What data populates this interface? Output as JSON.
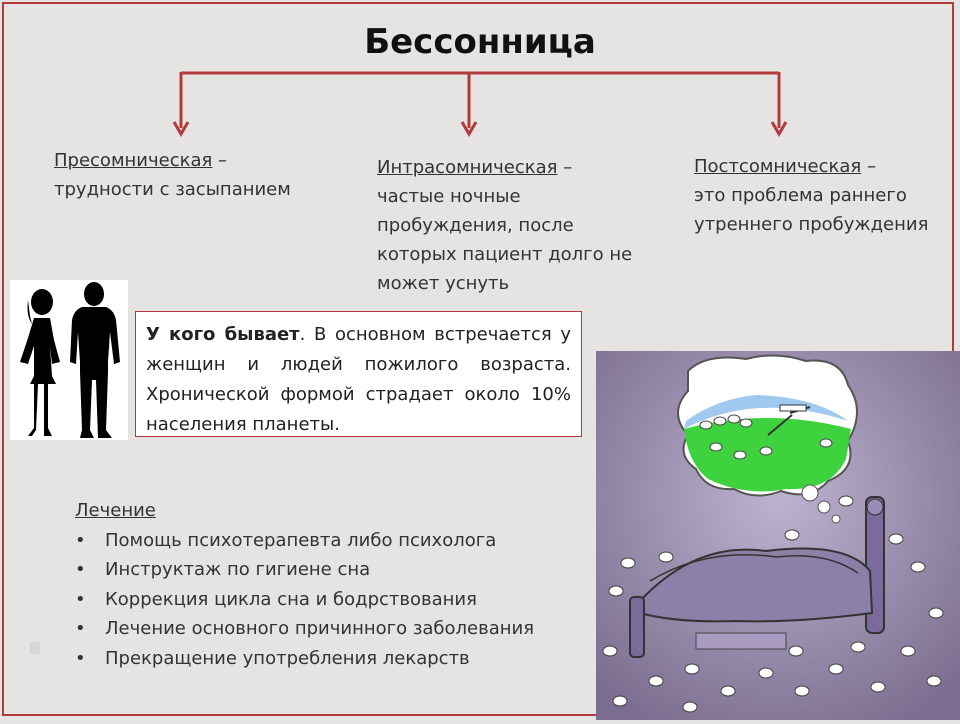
{
  "slide": {
    "title": "Бессонница",
    "accent_color": "#b23a3a",
    "types": [
      {
        "name": "Пресомническая",
        "dash": " –",
        "description": "трудности с засыпанием"
      },
      {
        "name": "Интрасомническая",
        "dash": " –",
        "description": "частые ночные пробуждения, после которых пациент долго не может уснуть"
      },
      {
        "name": "Постсомническая",
        "dash": " –",
        "description": "это проблема раннего утреннего пробуждения"
      }
    ],
    "who": {
      "label": "У кого бывает",
      "text": ". В основном встречается у женщин и людей пожилого возраста. Хронической формой страдает около 10% населения планеты."
    },
    "treatment": {
      "heading": "Лечение",
      "items": [
        "Помощь психотерапевта либо психолога",
        "Инструктаж по гигиене сна",
        "Коррекция цикла сна и бодрствования",
        "Лечение основного причинного заболевания",
        "Прекращение употребления лекарств"
      ]
    },
    "images": {
      "people": "man-woman-silhouette",
      "cartoon": "sheep-insomnia-cartoon"
    }
  }
}
